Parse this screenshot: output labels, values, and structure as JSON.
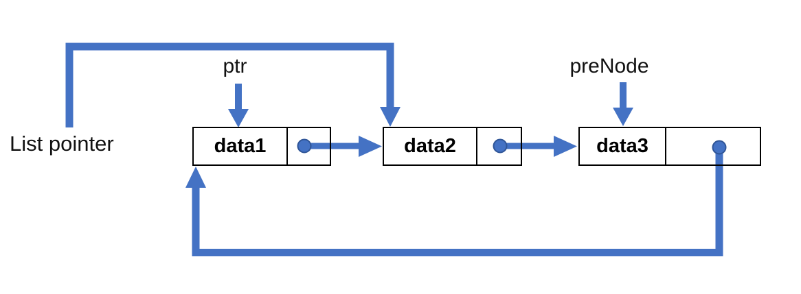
{
  "diagram_type": "circular-linked-list",
  "labels": {
    "list_pointer": "List pointer",
    "ptr": "ptr",
    "pre_node": "preNode"
  },
  "nodes": [
    {
      "data": "data1"
    },
    {
      "data": "data2"
    },
    {
      "data": "data3"
    }
  ],
  "connectors": [
    {
      "name": "list-pointer-to-data2",
      "type": "elbow-down-arrow"
    },
    {
      "name": "ptr-to-data1",
      "type": "down-arrow"
    },
    {
      "name": "prenode-to-data3",
      "type": "down-arrow"
    },
    {
      "name": "data1-next-to-data2",
      "type": "dot-link-arrow"
    },
    {
      "name": "data2-next-to-data3",
      "type": "dot-link-arrow"
    },
    {
      "name": "data3-next-wraps-to-data1",
      "type": "dot-wrap-around-arrow"
    }
  ],
  "colors": {
    "arrow_blue": "#4472C4",
    "dot_border_blue": "#2F5597",
    "box_border": "#000000",
    "text": "#111111",
    "background": "#ffffff"
  }
}
